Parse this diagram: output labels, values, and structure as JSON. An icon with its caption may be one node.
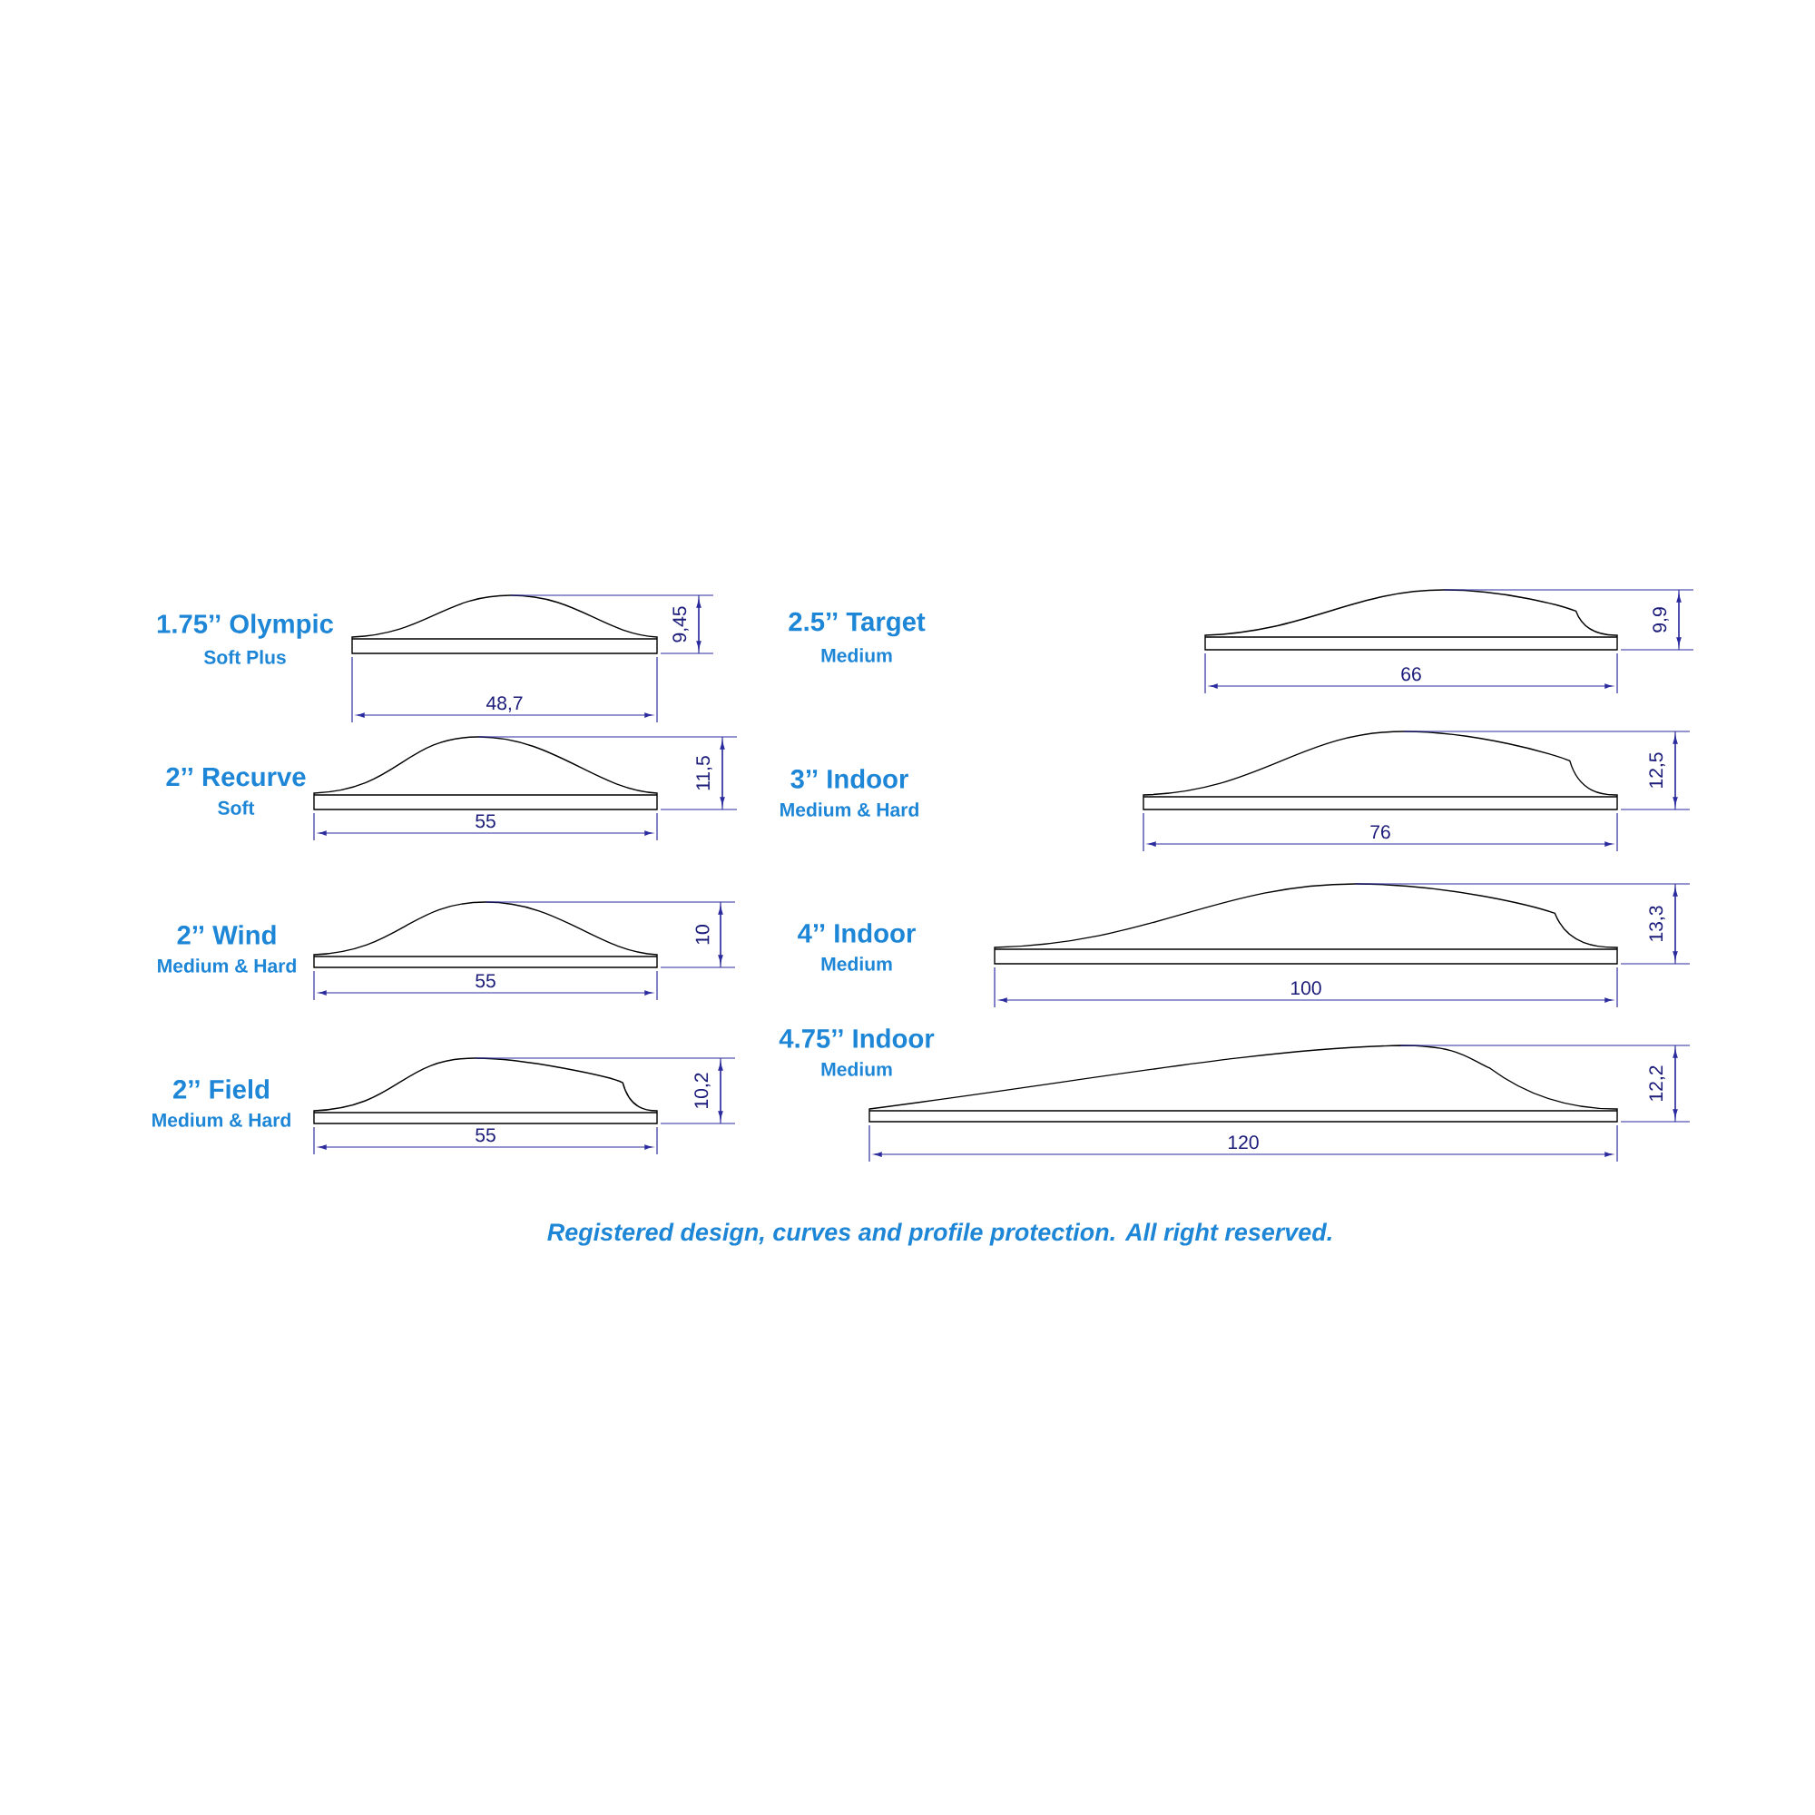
{
  "diagram": {
    "caption": "Registered design, curves and profile protection. All right reserved.",
    "labels": [
      "1.75’’ Olympic",
      "Soft Plus",
      "9,45",
      "48,7",
      "2’’ Recurve",
      "Soft",
      "11,5",
      "55",
      "2’’ Wind",
      "Medium & Hard",
      "10",
      "55",
      "2’’ Field",
      "Medium & Hard",
      "10,2",
      "55",
      "2.5’’ Target",
      "Medium",
      "9,9",
      "66",
      "3’’ Indoor",
      "Medium & Hard",
      "12,5",
      "76",
      "4’’ Indoor",
      "Medium",
      "13,3",
      "100",
      "4.75’’ Indoor",
      "Medium",
      "12,2",
      "120"
    ]
  }
}
